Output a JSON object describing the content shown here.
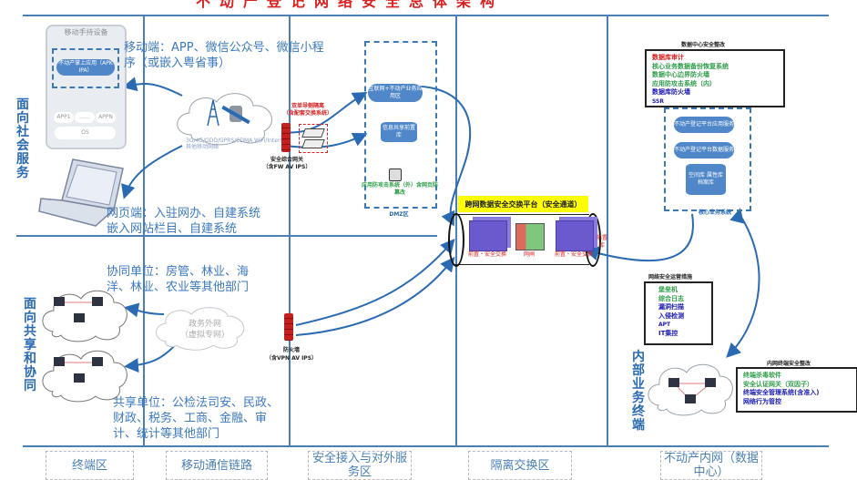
{
  "diagram": {
    "title_fragment": "不动产登记网络安全总体架构",
    "zones": [
      {
        "id": "terminal",
        "label": "终端区"
      },
      {
        "id": "mobile_link",
        "label": "移动通信链路"
      },
      {
        "id": "secure_access",
        "label": "安全接入与对外服务区"
      },
      {
        "id": "isolation",
        "label": "隔离交换区"
      },
      {
        "id": "intranet",
        "label": "不动产内网（数据中心）"
      }
    ],
    "side_labels": {
      "social": "面向社会服务",
      "sharing": "面向共享和协同",
      "internal": "内部业务终端"
    },
    "mobile_device": {
      "title": "移动手持设备",
      "app_pill": "不动产掌上应用（APK IPA）",
      "apps": [
        "APP1",
        "……",
        "APPN"
      ],
      "os": "OS"
    },
    "mobile_text": "移动端：APP、微信公众号、微信小程序（或嵌入粤省事）",
    "network_caption": "3G/4G/GDD/GPRS/CDMA WiFi/Internet/其他移动网络",
    "web_text": "网页端：入驻网办、自建系统嵌入网站栏目、自建系统",
    "security_gateway": {
      "label": "安全综合网关",
      "sublabel": "（含FW AV IPS）"
    },
    "isolation_device": {
      "label": "双单导侧隔离",
      "sublabel": "（含配套交换系统）"
    },
    "dmz": {
      "label": "DMZ区",
      "app_zone": "互联网+不动产业务应用区",
      "db": "信息共享前置库",
      "waf": "应用防攻击系统（外）含网页防篡改"
    },
    "exchange_platform": {
      "title": "跨网数据安全交换平台（安全通道）",
      "left_server": "前置・安全交换",
      "gap": "网闸",
      "right_server": "前置・安全交换",
      "right_tag": "前置库"
    },
    "datacenter": {
      "title": "数据中心安全整改",
      "items": [
        {
          "text": "数据库审计",
          "color": "red"
        },
        {
          "text": "核心业务数据备份恢复系统",
          "color": "green"
        },
        {
          "text": "数据中心边界防火墙",
          "color": "green"
        },
        {
          "text": "应用防攻击系统（内）",
          "color": "green"
        },
        {
          "text": "数据库防火墙",
          "color": "navy"
        },
        {
          "text": "SSR",
          "color": "navy"
        }
      ]
    },
    "core_system": {
      "label": "核心业务系统",
      "app_service": "不动产登记平台应用服务",
      "data_service": "不动产登记平台数据服务",
      "dbs": "空间库 属性库 档案库"
    },
    "netsec_mgmt": {
      "title": "网络安全运营措施",
      "items": [
        {
          "text": "堡垒机",
          "color": "green"
        },
        {
          "text": "综合日志",
          "color": "green"
        },
        {
          "text": "漏洞扫描",
          "color": "navy"
        },
        {
          "text": "入侵检测",
          "color": "navy"
        },
        {
          "text": "APT",
          "color": "navy"
        },
        {
          "text": "IT集控",
          "color": "navy"
        }
      ]
    },
    "terminal_sec": {
      "title": "内网终端安全整改",
      "items": [
        {
          "text": "终端杀毒软件",
          "color": "green"
        },
        {
          "text": "安全认证网关（双因子）",
          "color": "green"
        },
        {
          "text": "终端安全管理系统(含准入)",
          "color": "navy"
        },
        {
          "text": "网络行为管控",
          "color": "navy"
        }
      ]
    },
    "cooperation_text": "协同单位：房管、林业、海洋、林业、农业等其他部门",
    "gov_net": {
      "line1": "政务外网",
      "line2": "（虚拟专网）"
    },
    "firewall": {
      "label": "防火墙",
      "sublabel": "（含VPN AV IPS）"
    },
    "sharing_text": "共享单位：公检法司安、民政、财政、税务、工商、金融、审计、统计等其他部门",
    "colors": {
      "line_blue": "#4a7fb5",
      "text_blue": "#3c79c0",
      "pill_blue": "#4f87c9",
      "red": "#d92121",
      "green": "#2e9e48",
      "navy": "#1a1ab5",
      "exchange_title_bg": "#ffff00"
    }
  }
}
